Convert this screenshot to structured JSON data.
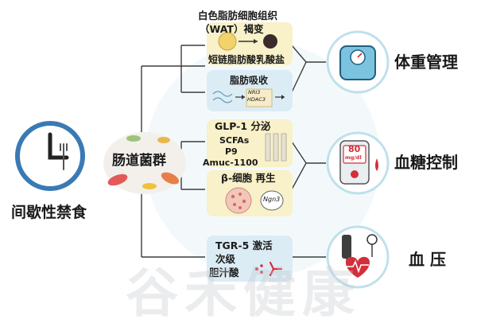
{
  "diagram": {
    "source_label": "间歇性禁食",
    "hub_label": "肠道菌群",
    "mechanisms": [
      {
        "id": "wat",
        "lines": [
          "白色脂肪细胞组织",
          "（WAT）褐变",
          "短链脂肪酸乳酸盐"
        ]
      },
      {
        "id": "absorb",
        "title": "脂肪吸收",
        "genes": [
          "NRI3",
          "HDAC3"
        ]
      },
      {
        "id": "glp",
        "lines": [
          "GLP-1 分泌",
          "SCFAs",
          "P9",
          "Amuc-1100"
        ]
      },
      {
        "id": "beta",
        "title": "β-细胞 再生",
        "gene": "Ngn3"
      },
      {
        "id": "tgr",
        "lines": [
          "TGR-5 激活",
          "次级",
          "胆汁酸"
        ]
      }
    ],
    "outcomes": [
      {
        "id": "weight",
        "label": "体重管理",
        "scale_face_text": ""
      },
      {
        "id": "glucose",
        "label": "血糖控制",
        "meter_value": "80",
        "meter_unit": "mg/dl"
      },
      {
        "id": "pressure",
        "label": "血 压"
      }
    ],
    "watermark": "谷禾健康",
    "colors": {
      "line": "#3d3d3d",
      "yellow_box": "#f8f1c9",
      "blue_box": "#dcecf5",
      "clock_ring": "#3a7ab4",
      "outcome_ring": "#bfe0ec",
      "blood": "#d32f3a"
    }
  }
}
